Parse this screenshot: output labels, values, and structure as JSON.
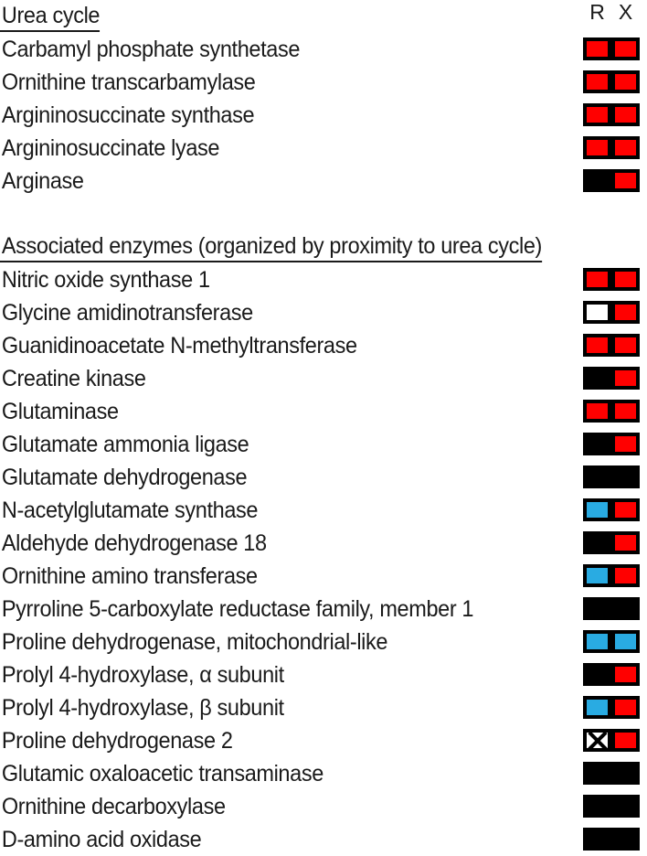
{
  "columns": {
    "left_header": "R",
    "right_header": "X"
  },
  "legend_colors": {
    "present": "#ff0000",
    "absent": "#000000",
    "alternate": "#29abe2",
    "empty": "#ffffff"
  },
  "sections": [
    {
      "title": "Urea cycle",
      "rows": [
        {
          "name": "Carbamyl phosphate synthetase",
          "r": "red",
          "x": "red"
        },
        {
          "name": "Ornithine transcarbamylase",
          "r": "red",
          "x": "red"
        },
        {
          "name": "Argininosuccinate synthase",
          "r": "red",
          "x": "red"
        },
        {
          "name": "Argininosuccinate lyase",
          "r": "red",
          "x": "red"
        },
        {
          "name": "Arginase",
          "r": "black",
          "x": "red"
        }
      ]
    },
    {
      "title": "Associated enzymes (organized by proximity to urea cycle)",
      "rows": [
        {
          "name": "Nitric oxide synthase 1",
          "r": "red",
          "x": "red"
        },
        {
          "name": "Glycine amidinotransferase",
          "r": "white",
          "x": "red"
        },
        {
          "name": "Guanidinoacetate N-methyltransferase",
          "r": "red",
          "x": "red"
        },
        {
          "name": "Creatine kinase",
          "r": "black",
          "x": "red"
        },
        {
          "name": "Glutaminase",
          "r": "red",
          "x": "red"
        },
        {
          "name": "Glutamate ammonia ligase",
          "r": "black",
          "x": "red"
        },
        {
          "name": "Glutamate dehydrogenase",
          "r": "black",
          "x": "black"
        },
        {
          "name": "N-acetylglutamate synthase",
          "r": "cyan",
          "x": "red"
        },
        {
          "name": "Aldehyde dehydrogenase 18",
          "r": "black",
          "x": "red"
        },
        {
          "name": "Ornithine amino transferase",
          "r": "cyan",
          "x": "red"
        },
        {
          "name": "Pyrroline 5-carboxylate reductase family, member 1",
          "r": "black",
          "x": "black"
        },
        {
          "name": "Proline dehydrogenase, mitochondrial-like",
          "r": "cyan",
          "x": "cyan"
        },
        {
          "name": "Prolyl 4-hydroxylase, α subunit",
          "r": "black",
          "x": "red"
        },
        {
          "name": "Prolyl 4-hydroxylase, β subunit",
          "r": "cyan",
          "x": "red"
        },
        {
          "name": "Proline dehydrogenase 2",
          "r": "cross",
          "x": "red"
        },
        {
          "name": "Glutamic oxaloacetic transaminase",
          "r": "black",
          "x": "black"
        },
        {
          "name": "Ornithine decarboxylase",
          "r": "black",
          "x": "black"
        },
        {
          "name": "D-amino acid oxidase",
          "r": "black",
          "x": "black"
        }
      ]
    }
  ]
}
